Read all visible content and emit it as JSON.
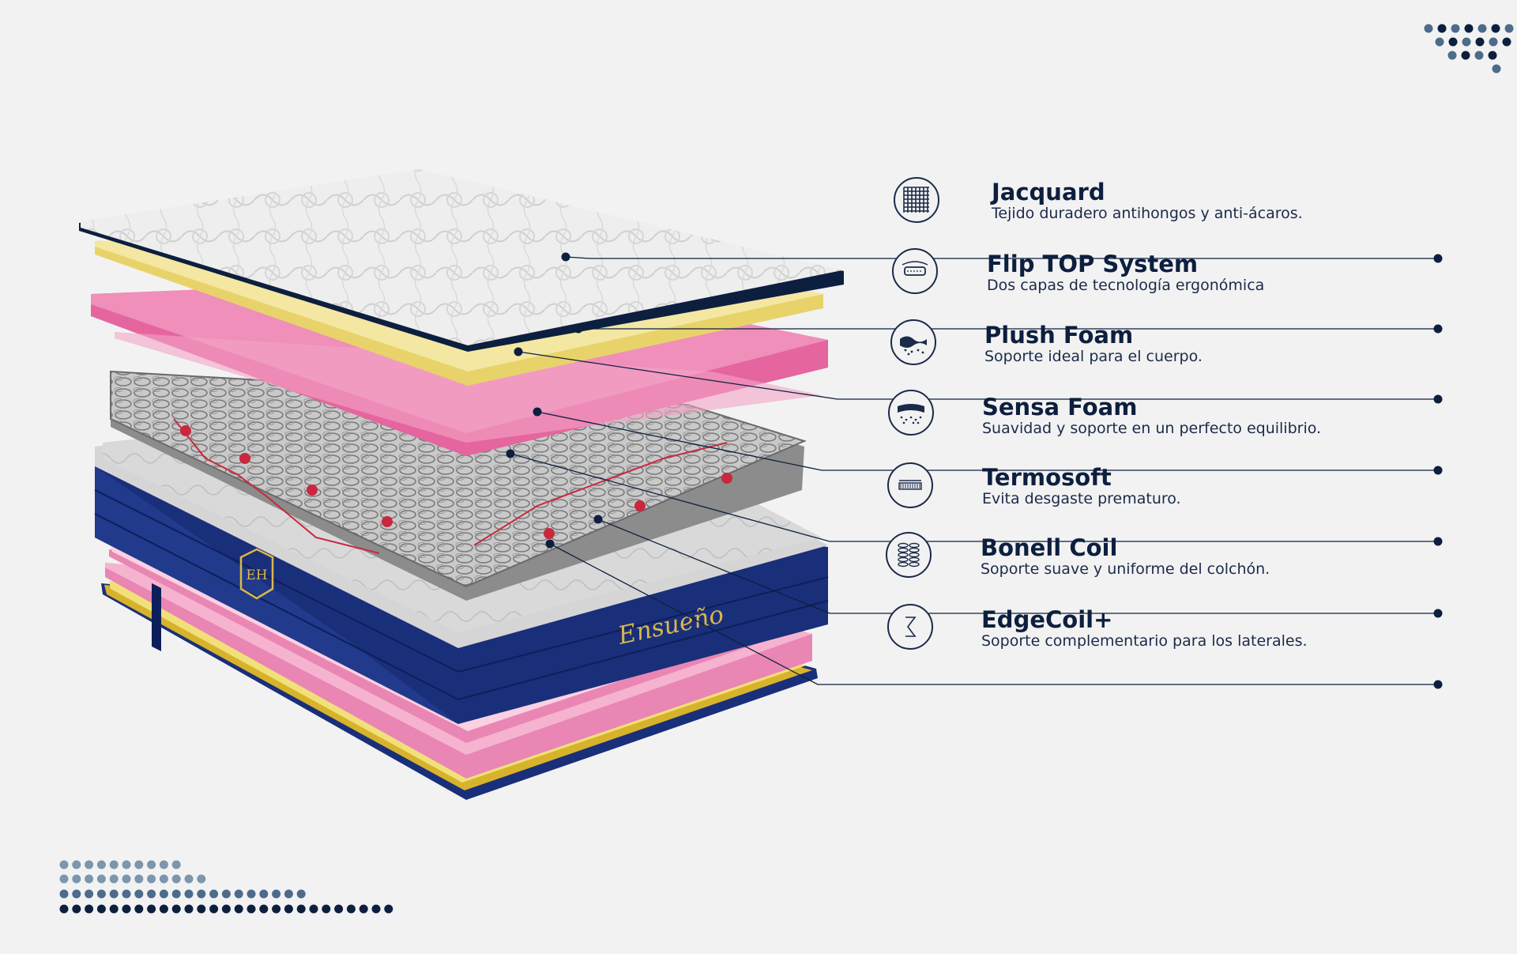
{
  "brand": {
    "name": "Ensueño",
    "monogram": "EH",
    "colors": {
      "navy": "#0d1f3f",
      "mattress_blue": "#1a2f7a",
      "pink": "#e986b3",
      "yellow": "#f1e49a",
      "gold": "#c9a227",
      "dot_blue": "#4d6b8a"
    }
  },
  "features": [
    {
      "title": "Jacquard",
      "description": "Tejido duradero antihongos y anti-ácaros.",
      "icon": "jacquard-weave-icon"
    },
    {
      "title": "Flip TOP System",
      "description": "Dos capas de tecnología ergonómica",
      "icon": "flip-top-icon"
    },
    {
      "title": "Plush Foam",
      "description": "Soporte ideal para el cuerpo.",
      "icon": "plush-foam-icon"
    },
    {
      "title": "Sensa Foam",
      "description": "Suavidad y soporte en un perfecto equilibrio.",
      "icon": "sensa-foam-icon"
    },
    {
      "title": "Termosoft",
      "description": "Evita desgaste prematuro.",
      "icon": "termosoft-icon"
    },
    {
      "title": "Bonell Coil",
      "description": "Soporte suave y uniforme del colchón.",
      "icon": "bonell-coil-icon"
    },
    {
      "title": "EdgeCoil+",
      "description": "Soporte complementario para los laterales.",
      "icon": "edgecoil-icon"
    }
  ]
}
